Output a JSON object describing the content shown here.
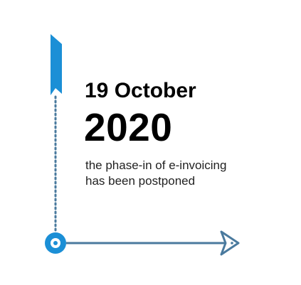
{
  "headline": {
    "day_month": "19 October",
    "year": "2020"
  },
  "description": {
    "line1": "the phase-in of e-invoicing",
    "line2": "has been postponed"
  },
  "colors": {
    "accent_blue": "#1b8fd6",
    "line_steel": "#4a7a9e",
    "text": "#000000"
  },
  "icons": {
    "flag": "ribbon-flag-icon",
    "start_point": "circle-node-icon",
    "arrow": "arrow-head-icon"
  }
}
